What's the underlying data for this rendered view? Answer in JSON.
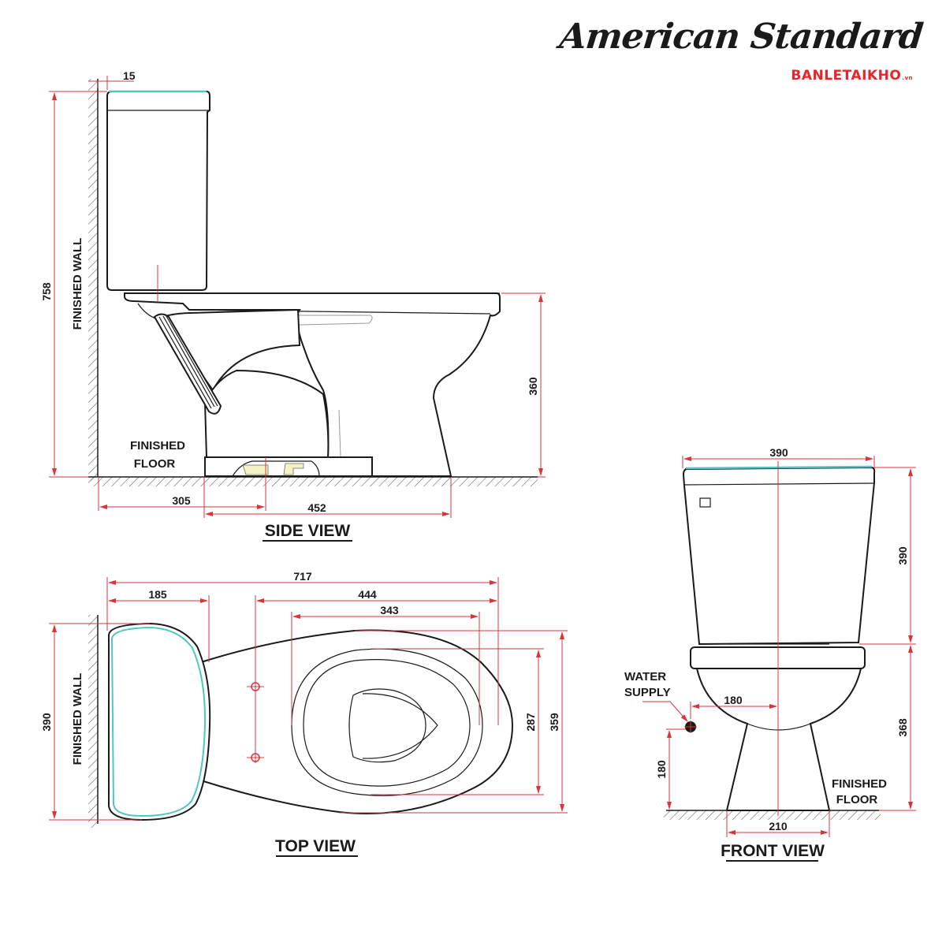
{
  "brand": {
    "name": "American Standard",
    "sub": "BANLETAIKHO",
    "sub_suffix": ".vn",
    "colors": {
      "name": "#1a1a1a",
      "sub": "#e8262a"
    }
  },
  "colors": {
    "dimension_line": "#d9343b",
    "outline": "#1a1a1a",
    "tank_highlight": "#4fc6c0"
  },
  "units": "mm",
  "side_view": {
    "title": "SIDE VIEW",
    "wall_label": "FINISHED WALL",
    "floor_label_1": "FINISHED",
    "floor_label_2": "FLOOR",
    "dims": {
      "wall_gap": "15",
      "total_height": "758",
      "seat_height": "360",
      "rough_in": "305",
      "outlet_to_front": "452"
    }
  },
  "top_view": {
    "title": "TOP VIEW",
    "wall_label": "FINISHED WALL",
    "dims": {
      "total_length": "717",
      "tank_depth": "185",
      "bowl_length_from_bolts": "444",
      "opening_length": "343",
      "tank_width": "390",
      "rim_inner_width": "287",
      "bowl_width": "359"
    }
  },
  "front_view": {
    "title": "FRONT VIEW",
    "water_supply_label_1": "WATER",
    "water_supply_label_2": "SUPPLY",
    "floor_label_1": "FINISHED",
    "floor_label_2": "FLOOR",
    "dims": {
      "tank_width": "390",
      "tank_height": "390",
      "bowl_height": "368",
      "supply_offset_horizontal": "180",
      "supply_height": "180",
      "base_width": "210"
    }
  }
}
